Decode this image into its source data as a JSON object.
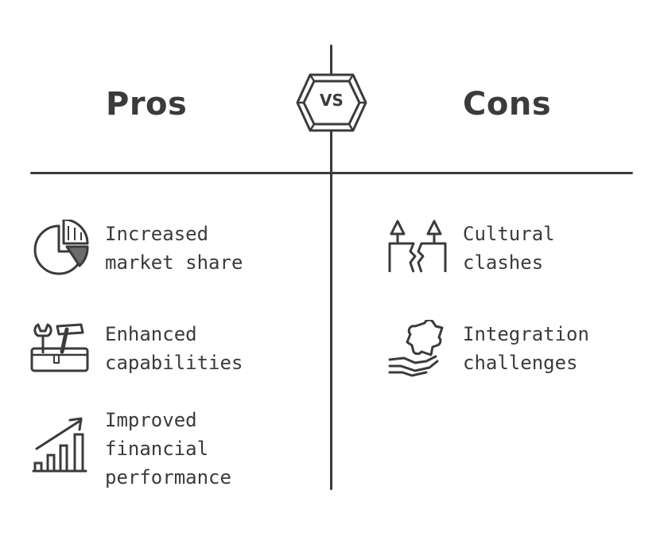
{
  "pros": {
    "heading": "Pros",
    "items": [
      {
        "lines": [
          "Increased",
          "market share"
        ],
        "icon": "pie-chart-icon"
      },
      {
        "lines": [
          "Enhanced",
          "capabilities"
        ],
        "icon": "toolbox-icon"
      },
      {
        "lines": [
          "Improved",
          "financial",
          "performance"
        ],
        "icon": "growth-chart-icon"
      }
    ]
  },
  "divider": {
    "label": "VS"
  },
  "cons": {
    "heading": "Cons",
    "items": [
      {
        "lines": [
          "Cultural",
          "clashes"
        ],
        "icon": "broken-ground-trees-icon"
      },
      {
        "lines": [
          "Integration",
          "challenges"
        ],
        "icon": "hand-puzzle-icon"
      }
    ]
  },
  "colors": {
    "ink": "#3b3b3b",
    "background": "#ffffff"
  }
}
